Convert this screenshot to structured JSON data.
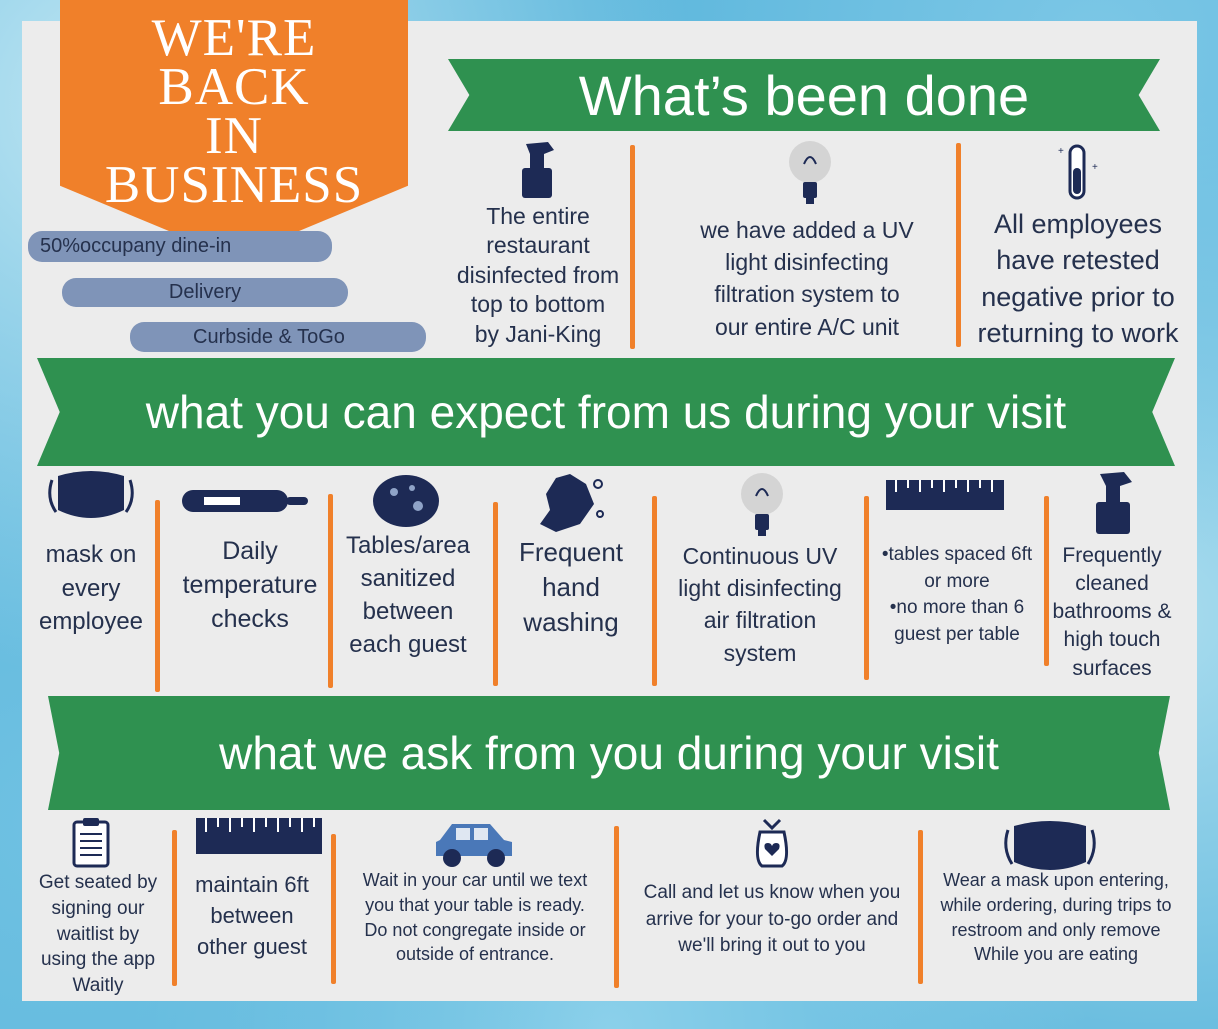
{
  "badge": {
    "title": "WE'RE\nBACK\nIN\nBUSINESS"
  },
  "services": [
    "50%occupany dine-in",
    "Delivery",
    "Curbside & ToGo"
  ],
  "sections": {
    "done": {
      "title": "What’s been done",
      "items": [
        {
          "icon": "spray-bottle-icon",
          "text": "The entire\nrestaurant\ndisinfected from\ntop to bottom\nby Jani-King"
        },
        {
          "icon": "light-bulb-icon",
          "text": "we have added a UV\nlight disinfecting\nfiltration system to\nour entire A/C unit"
        },
        {
          "icon": "test-tube-icon",
          "text": "All employees\nhave retested\nnegative prior to\nreturning to work"
        }
      ]
    },
    "expect": {
      "title": "what you can expect from us during your visit",
      "items": [
        {
          "icon": "face-mask-icon",
          "text": "mask on\nevery\nemployee"
        },
        {
          "icon": "thermometer-icon",
          "text": "Daily\ntemperature\nchecks"
        },
        {
          "icon": "sponge-icon",
          "text": "Tables/area\nsanitized\nbetween\neach guest"
        },
        {
          "icon": "washing-hands-icon",
          "text": "Frequent\nhand\nwashing"
        },
        {
          "icon": "light-bulb-icon",
          "text": "Continuous UV\nlight disinfecting\nair filtration\nsystem"
        },
        {
          "icon": "ruler-icon",
          "text": "•tables spaced 6ft\nor more\n•no more than 6\nguest  per table"
        },
        {
          "icon": "spray-bottle-icon",
          "text": "Frequently\ncleaned\nbathrooms &\nhigh touch\nsurfaces"
        }
      ]
    },
    "ask": {
      "title": "what we ask from you during your visit",
      "items": [
        {
          "icon": "clipboard-icon",
          "text": "Get seated by\nsigning our\nwaitlist by\nusing the app\nWaitly"
        },
        {
          "icon": "ruler-icon",
          "text": "maintain 6ft\nbetween\nother guest"
        },
        {
          "icon": "car-icon",
          "text": "Wait in your car until we text\nyou that your table is ready.\nDo not congregate inside or\noutside of entrance."
        },
        {
          "icon": "gift-bag-icon",
          "text": "Call and let us know when you\narrive for your to-go order and\nwe'll bring it out to you"
        },
        {
          "icon": "face-mask-icon",
          "text": "Wear a mask  upon entering,\nwhile ordering, during trips to\nrestroom and  only remove\nWhile you are eating"
        }
      ]
    }
  },
  "colors": {
    "orange": "#f0802a",
    "green": "#2f9150",
    "navy": "#1d2a55",
    "pill": "#7f94b8",
    "paper": "#ececec"
  }
}
